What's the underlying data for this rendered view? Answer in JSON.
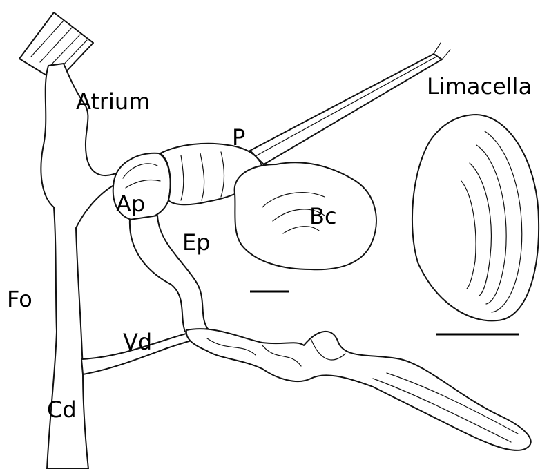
{
  "labels": {
    "atrium": "Atrium",
    "penis": "P",
    "limacella": "Limacella",
    "atrial_pore": "Ap",
    "bursa_copulatrix": "Bc",
    "epiphallus": "Ep",
    "free_oviduct": "Fo",
    "vas_deferens": "Vd",
    "common_duct": "Cd"
  },
  "scale_bars": 2
}
